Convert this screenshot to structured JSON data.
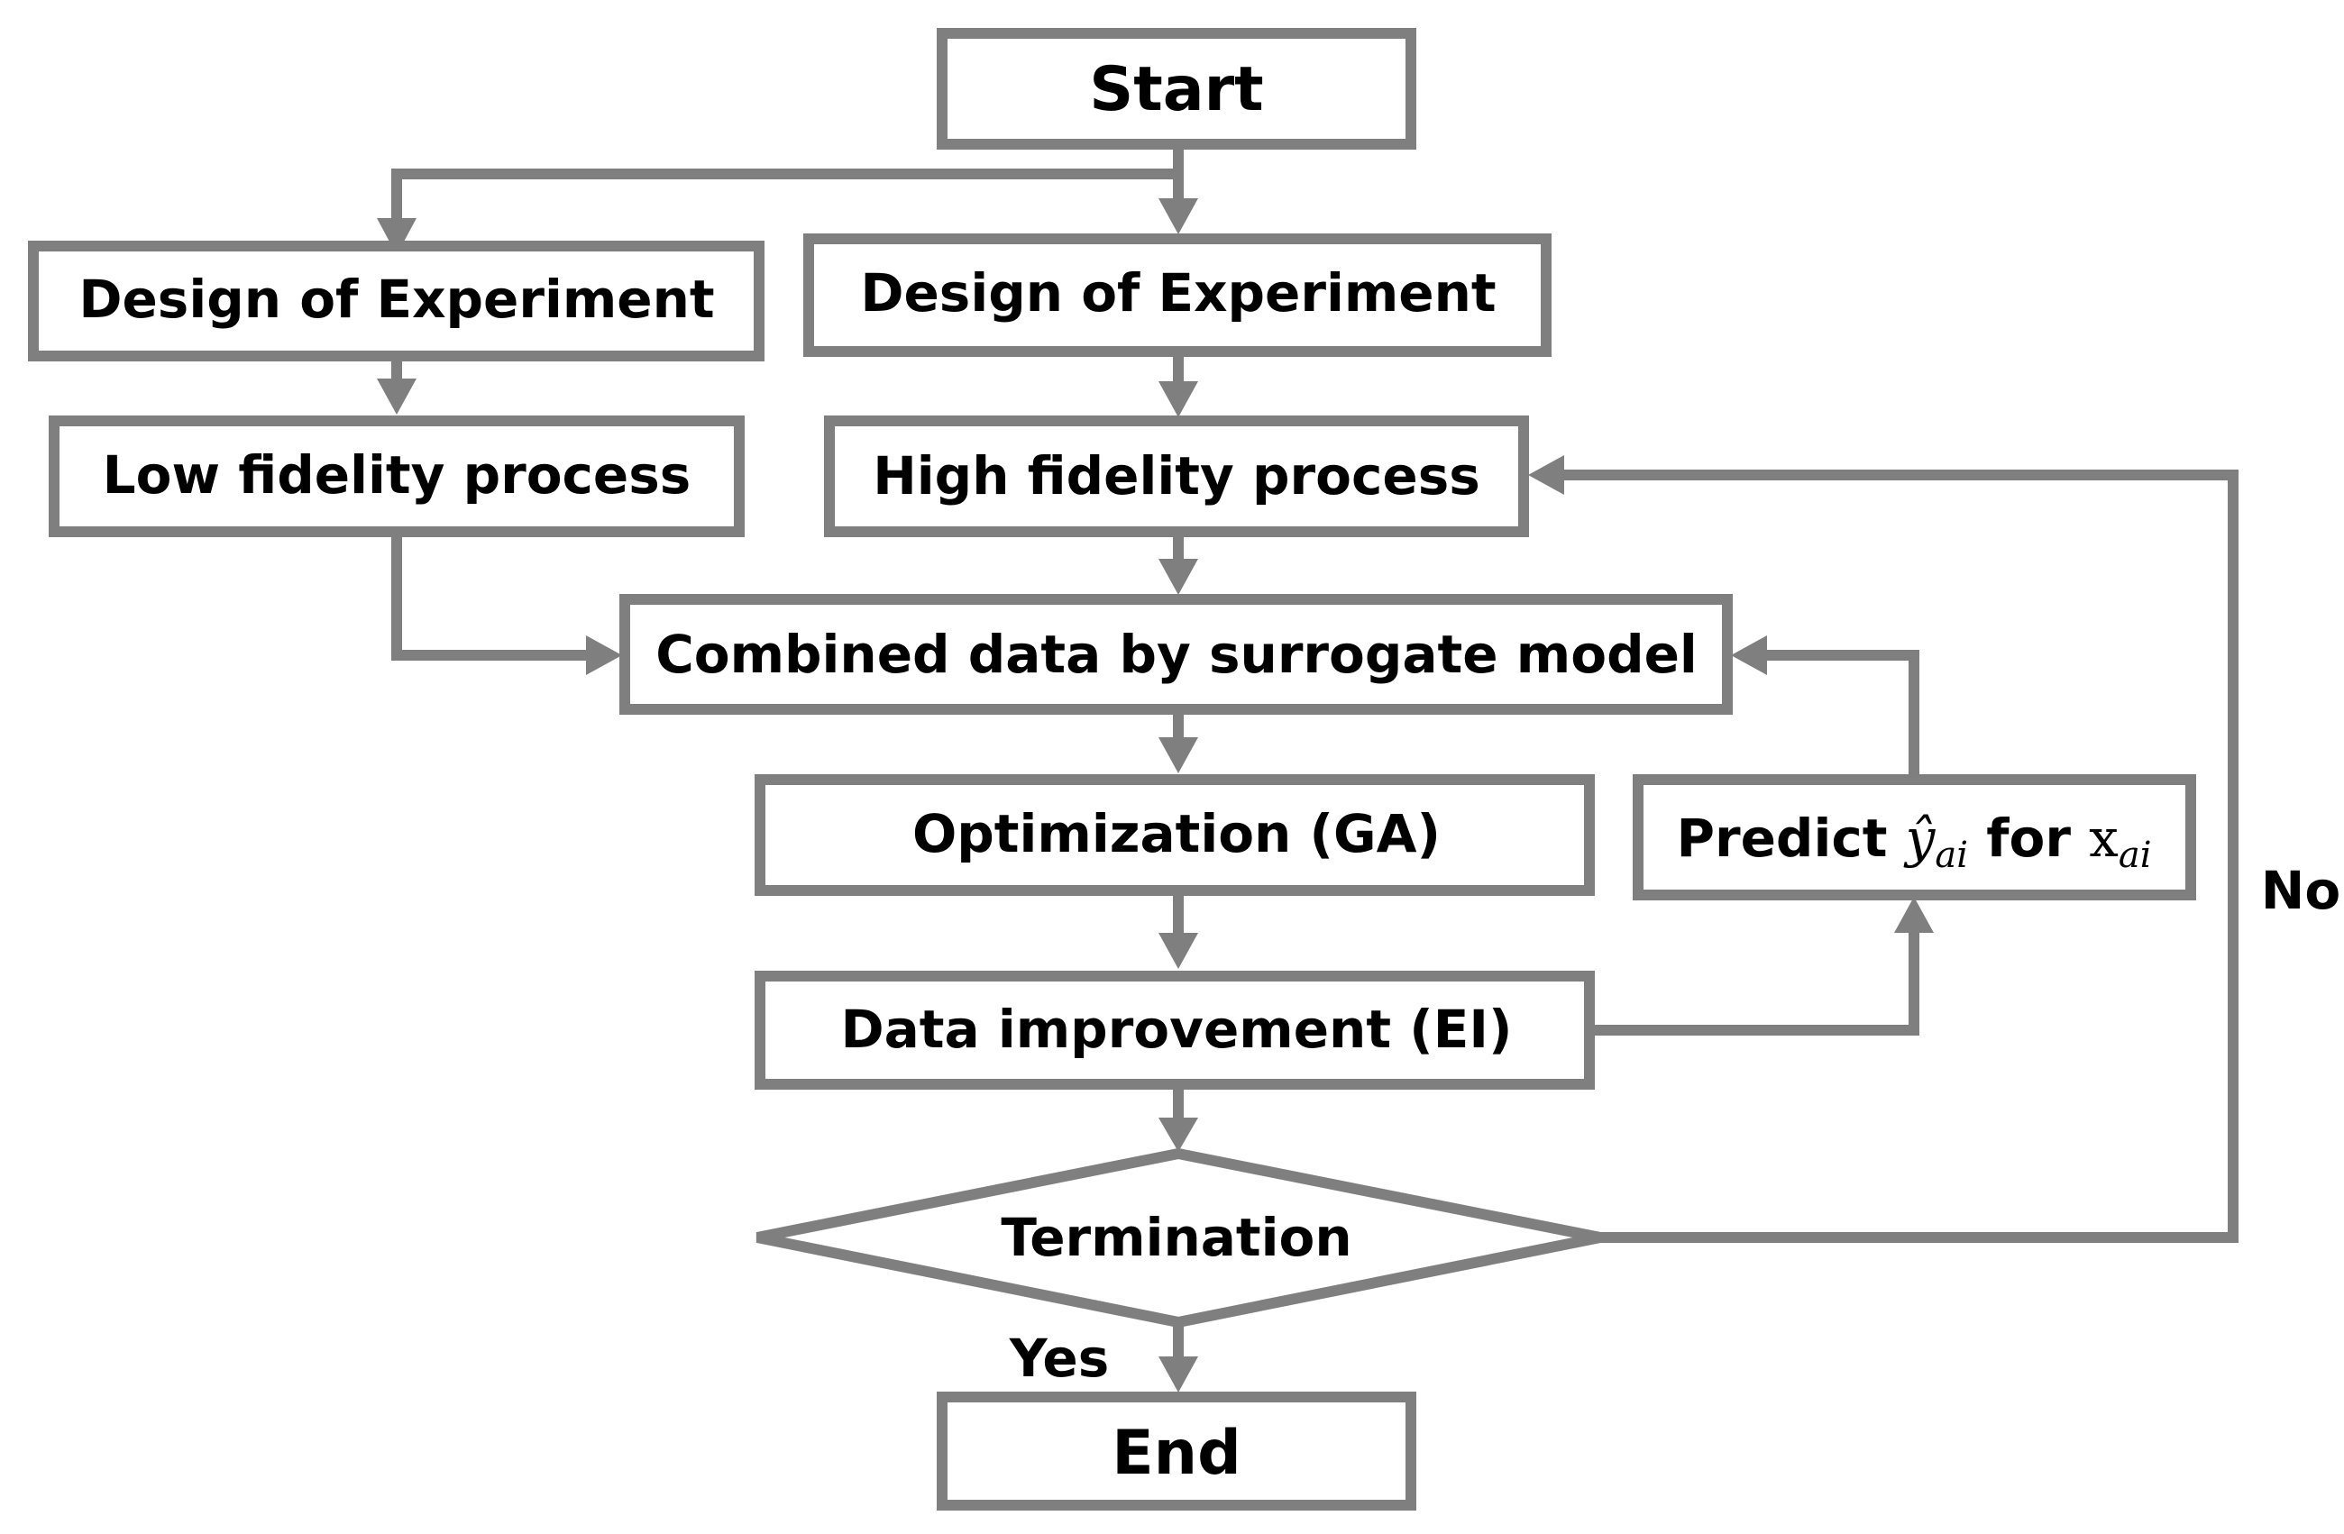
{
  "diagram": {
    "nodes": {
      "start": "Start",
      "doe_left": "Design of Experiment",
      "doe_right": "Design of Experiment",
      "low_fidelity": "Low fidelity process",
      "high_fidelity": "High fidelity process",
      "combined": "Combined data by surrogate model",
      "optimization": "Optimization (GA)",
      "predict": {
        "prefix": "Predict ",
        "y_symbol": "ŷ",
        "y_subscript": "ai",
        "middle": " for ",
        "x_symbol": "x",
        "x_subscript": "ai"
      },
      "data_improvement": "Data improvement (EI)",
      "termination": "Termination",
      "end": "End"
    },
    "edge_labels": {
      "yes": "Yes",
      "no": "No"
    },
    "colors": {
      "line": "#7f7f7f",
      "text": "#000000",
      "fill": "#ffffff"
    }
  }
}
